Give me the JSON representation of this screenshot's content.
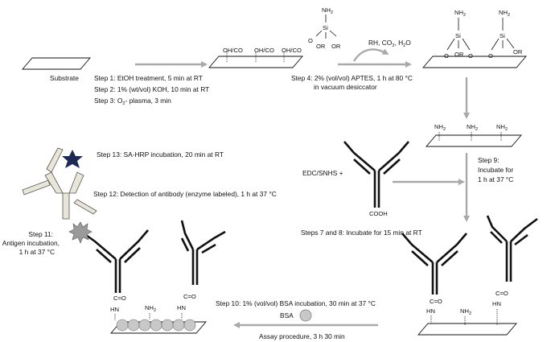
{
  "labels": {
    "substrate": "Substrate",
    "step1": "Step 1: EtOH treatment, 5 min at RT",
    "step2": "Step 2: 1% (wt/vol) KOH, 10 min at RT",
    "step3": "Step 3: O",
    "step3_sub": "2",
    "step3_tail": "- plasma, 3 min",
    "step4_line1": "Step 4: 2% (vol/vol) APTES, 1 h at 80 °C",
    "step4_line2": "in vacuum desiccator",
    "byproducts": "RH, CO",
    "byproducts_sub": "2",
    "byproducts_tail": ", H",
    "byproducts_sub2": "2",
    "byproducts_tail2": "O",
    "edc": "EDC/SNHS +",
    "step9_line1": "Step 9:",
    "step9_line2": "Incubate for",
    "step9_line3": "1 h at 37 °C",
    "steps78": "Steps 7 and 8: Incubate for 15 min at RT",
    "step13": "Step 13: SA-HRP incubation, 20 min at RT",
    "step12": "Step 12: Detection of antibody (enzyme labeled), 1 h at 37 °C",
    "step11_line1": "Step 11:",
    "step11_line2": "Antigen incubation,",
    "step11_line3": "1 h at 37 °C",
    "step10": "Step 10: 1% (vol/vol) BSA incubation, 30 min at 37 °C",
    "bsa": "BSA",
    "assay": "Assay procedure, 3 h 30 min"
  },
  "chem": {
    "oh_co": "OH/CO",
    "nh": "NH",
    "nh_sub": "2",
    "si": "Si",
    "or": "OR",
    "o": "O",
    "cooh": "COOH",
    "hn": "HN",
    "c_eq_o": "C=O"
  },
  "colors": {
    "arrow": "#a9a9a9",
    "hrp_star": "#1c2a55",
    "antigen": "#9a9a9a",
    "bsa": "#c8c8c8",
    "detection_antibody": "#e8e6d8"
  }
}
